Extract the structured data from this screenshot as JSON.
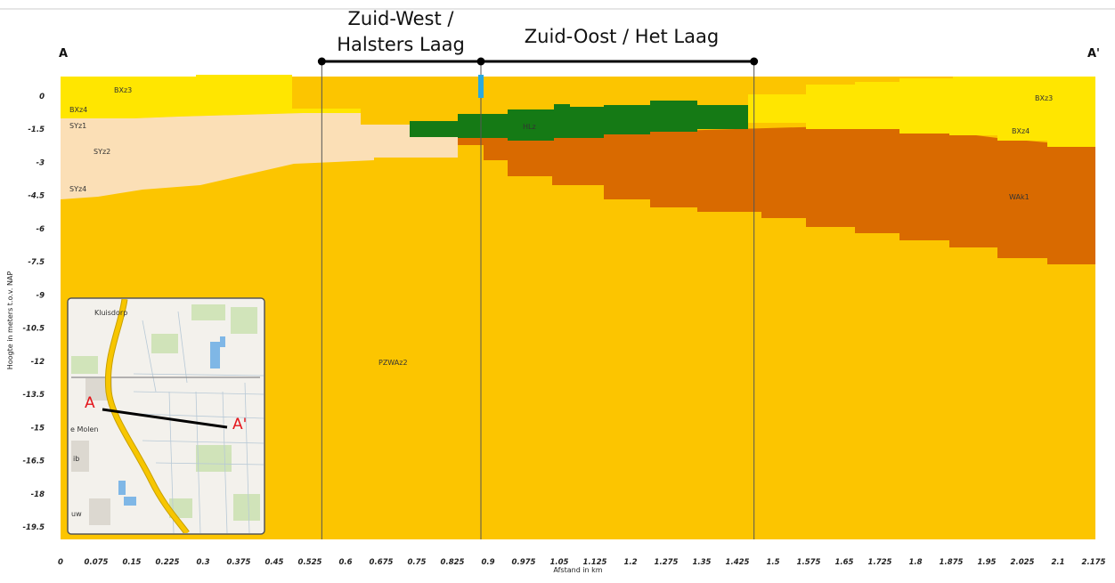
{
  "section": {
    "endpoint_left": "A",
    "endpoint_right": "A'",
    "zones": [
      {
        "label_lines": [
          "Zuid-West /",
          "Halsters Laag"
        ],
        "from_km": 0.55,
        "to_km": 0.885
      },
      {
        "label_lines": [
          "Zuid-Oost / Het Laag"
        ],
        "from_km": 0.885,
        "to_km": 1.46
      }
    ],
    "marker_km": 0.885,
    "marker_color": "#29a9e0",
    "divider_km": [
      0.55,
      0.885,
      1.46
    ]
  },
  "axes": {
    "y_title": "Hoogte in meters t.o.v. NAP",
    "x_title": "Afstand in km",
    "y_ticks": [
      "0",
      "-1.5",
      "-3",
      "-4.5",
      "-6",
      "-7.5",
      "-9",
      "-10.5",
      "-12",
      "-13.5",
      "-15",
      "-16.5",
      "-18",
      "-19.5"
    ],
    "x_ticks": [
      "0",
      "0.075",
      "0.15",
      "0.225",
      "0.3",
      "0.375",
      "0.45",
      "0.525",
      "0.6",
      "0.675",
      "0.75",
      "0.825",
      "0.9",
      "0.975",
      "1.05",
      "1.125",
      "1.2",
      "1.275",
      "1.35",
      "1.425",
      "1.5",
      "1.575",
      "1.65",
      "1.725",
      "1.8",
      "1.875",
      "1.95",
      "2.025",
      "2.1",
      "2.175"
    ]
  },
  "units": [
    {
      "label": "BXz3",
      "color": "#ffe600"
    },
    {
      "label": "BXz4",
      "color": "#ffe600"
    },
    {
      "label": "SYz1",
      "color": "#fbdfb6"
    },
    {
      "label": "SYz2",
      "color": "#fbdfb6"
    },
    {
      "label": "SYz4",
      "color": "#fbdfb6"
    },
    {
      "label": "HLz",
      "color": "#157a15"
    },
    {
      "label": "PZWAz2",
      "color": "#fcc500"
    },
    {
      "label": "BXz3",
      "color": "#ffe600"
    },
    {
      "label": "BXz4",
      "color": "#ffe600"
    },
    {
      "label": "WAk1",
      "color": "#d96a00"
    }
  ],
  "inset_map": {
    "places": [
      "Kluisdorp",
      "e Molen",
      "ib",
      "uw"
    ],
    "point_a": "A",
    "point_a_prime": "A'"
  }
}
